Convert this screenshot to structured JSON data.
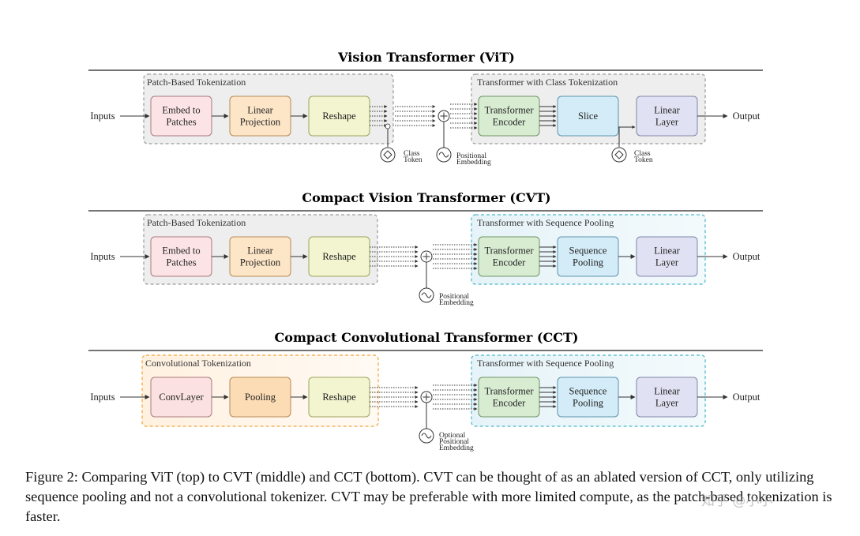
{
  "colors": {
    "embed": "#fce4e6",
    "linear_projection": "#fde5c7",
    "reshape": "#f2f5cf",
    "transformer_encoder": "#d8ecd2",
    "slice_pooling": "#d4ecf7",
    "linear_layer": "#e0e2f3",
    "gray_group": "#eeeeee",
    "conv_group_orange": "#f3a43a",
    "seq_pool_group_cyan": "#4cb8cc",
    "conv_layer": "#fbe1e1",
    "pooling": "#fcdcb5"
  },
  "diagrams": [
    {
      "title": "Vision Transformer (ViT)",
      "input_label": "Inputs",
      "output_label": "Output",
      "left_group_label": "Patch-Based Tokenization",
      "right_group_label": "Transformer with Class Tokenization",
      "blocks": [
        "Embed to\nPatches",
        "Linear\nProjection",
        "Reshape",
        "Transformer\nEncoder",
        "Slice",
        "Linear\nLayer"
      ],
      "class_token_label_1": "Class\nToken",
      "pos_embed_label": "Positional\nEmbedding",
      "class_token_label_2": "Class\nToken"
    },
    {
      "title": "Compact Vision Transformer (CVT)",
      "input_label": "Inputs",
      "output_label": "Output",
      "left_group_label": "Patch-Based Tokenization",
      "right_group_label": "Transformer with Sequence Pooling",
      "blocks": [
        "Embed to\nPatches",
        "Linear\nProjection",
        "Reshape",
        "Transformer\nEncoder",
        "Sequence\nPooling",
        "Linear\nLayer"
      ],
      "pos_embed_label": "Positional\nEmbedding"
    },
    {
      "title": "Compact Convolutional Transformer (CCT)",
      "input_label": "Inputs",
      "output_label": "Output",
      "left_group_label": "Convolutional Tokenization",
      "right_group_label": "Transformer with Sequence Pooling",
      "blocks": [
        "ConvLayer",
        "Pooling",
        "Reshape",
        "Transformer\nEncoder",
        "Sequence\nPooling",
        "Linear\nLayer"
      ],
      "pos_embed_label": "Optional\nPositional\nEmbedding"
    }
  ],
  "caption": "Figure 2: Comparing ViT (top) to CVT (middle) and CCT (bottom). CVT can be thought of as an ablated version of CCT, only utilizing sequence pooling and not a convolutional tokenizer. CVT may be preferable with more limited compute, as the patch-based tokenization is faster.",
  "watermark": "知乎 @小小"
}
